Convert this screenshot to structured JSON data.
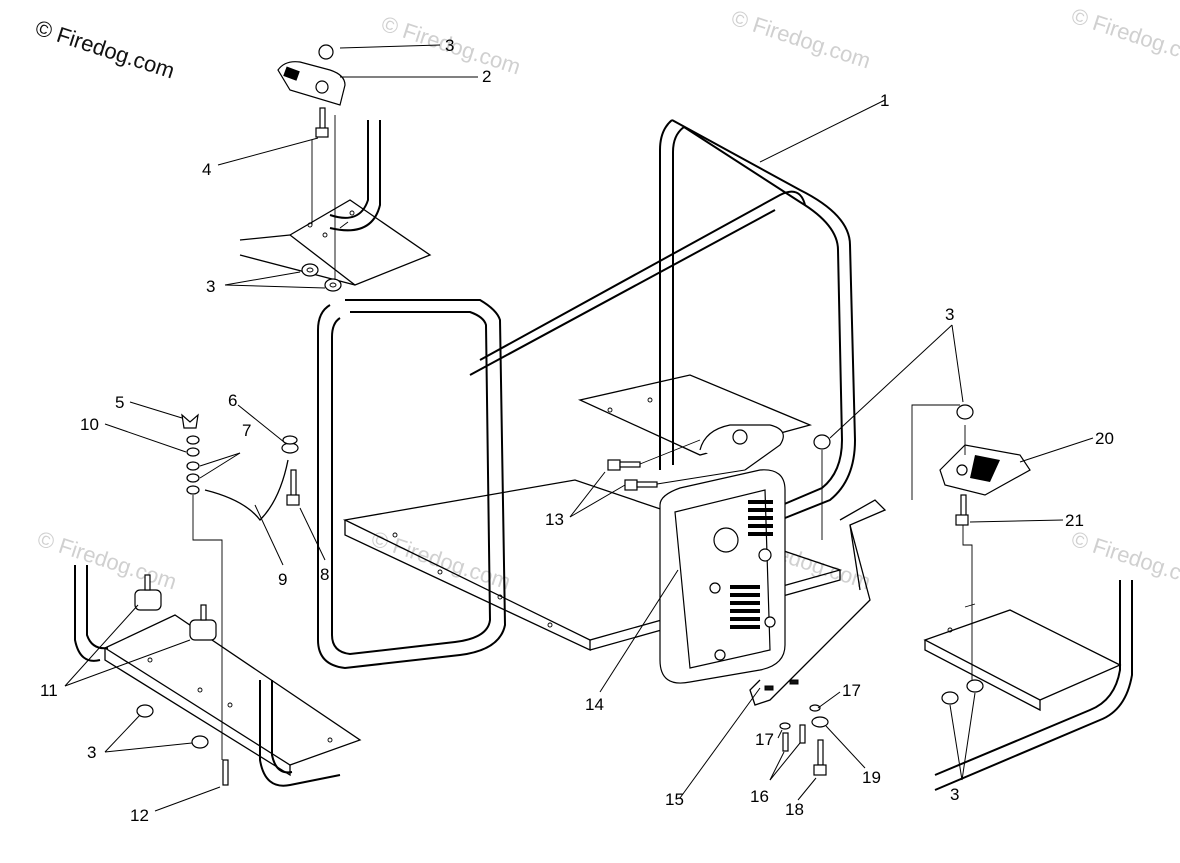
{
  "watermark": {
    "main": "© Firedog.com",
    "faint": "© Firedog.com"
  },
  "callouts": [
    "1",
    "2",
    "3",
    "4",
    "5",
    "6",
    "7",
    "8",
    "9",
    "10",
    "11",
    "12",
    "13",
    "14",
    "15",
    "16",
    "17",
    "18",
    "19",
    "20",
    "21"
  ],
  "labels": {
    "l1": "1",
    "l2": "2",
    "l3a": "3",
    "l3b": "3",
    "l3c": "3",
    "l3d": "3",
    "l3e": "3",
    "l4": "4",
    "l5": "5",
    "l6": "6",
    "l7": "7",
    "l8": "8",
    "l9": "9",
    "l10": "10",
    "l11": "11",
    "l12": "12",
    "l13": "13",
    "l14": "14",
    "l15": "15",
    "l16": "16",
    "l17a": "17",
    "l17b": "17",
    "l18": "18",
    "l19": "19",
    "l20": "20",
    "l21": "21"
  }
}
